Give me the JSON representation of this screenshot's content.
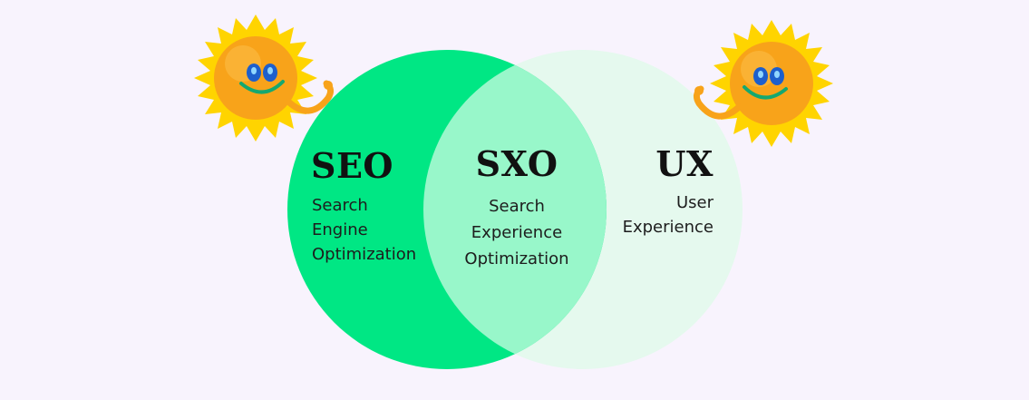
{
  "colors": {
    "background": "#f8f3fd",
    "seo_circle": "#00e784",
    "ux_circle": "#e5f9ee",
    "overlap": "#98f7ca",
    "sun_body": "#f8a31a",
    "sun_rays": "#ffd400",
    "smile": "#15a870",
    "glasses": "#1d5fcc"
  },
  "seo": {
    "title": "SEO",
    "lines": [
      "Search",
      "Engine",
      "Optimization"
    ]
  },
  "sxo": {
    "title": "SXO",
    "lines": [
      "Search",
      "Experience",
      "Optimization"
    ]
  },
  "ux": {
    "title": "UX",
    "lines": [
      "User",
      "Experience"
    ]
  },
  "decorations": {
    "left": "sun-mascot-icon",
    "right": "sun-mascot-icon"
  }
}
